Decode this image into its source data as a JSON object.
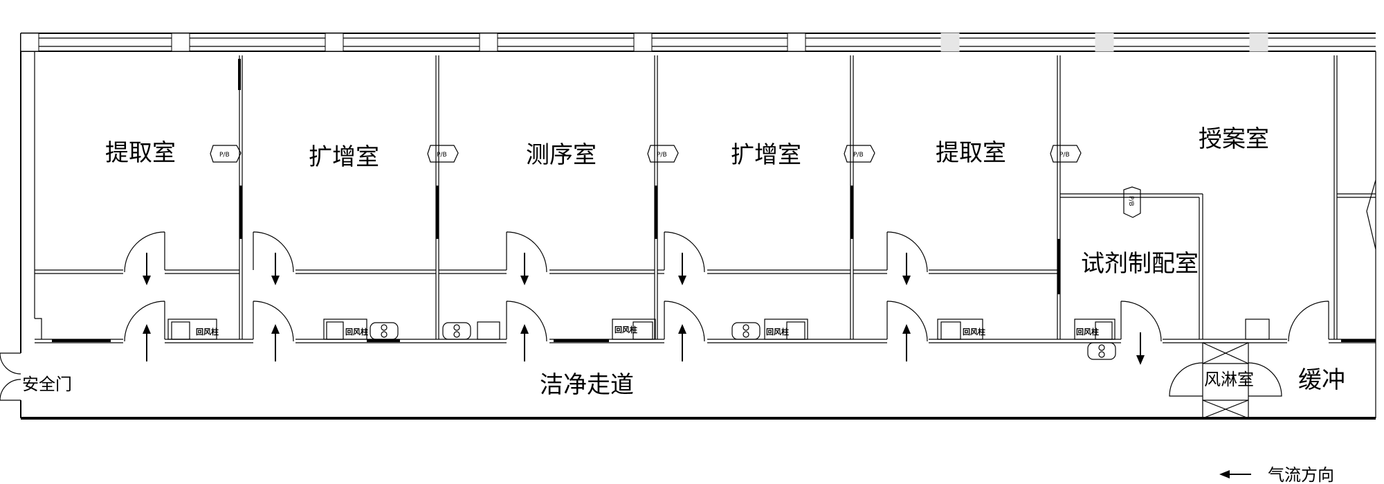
{
  "rooms": {
    "extraction_1": "提取室",
    "amplification_1": "扩增室",
    "sequencing": "测序室",
    "amplification_2": "扩增室",
    "extraction_2": "提取室",
    "sample_receiving": "授案室",
    "reagent_prep": "试剂制配室",
    "clean_corridor": "洁净走道",
    "safety_door": "安全门",
    "air_shower": "风淋室",
    "buffer": "缓冲"
  },
  "equipment": {
    "pass_box": "P/B",
    "fume_hood": "回风柱"
  },
  "legend": {
    "airflow_direction": "气流方向"
  },
  "colors": {
    "line": "#000000",
    "background": "#ffffff",
    "window_block": "#e6e6e6"
  },
  "airflow_arrows": [
    {
      "room": "extraction_1",
      "direction": "down"
    },
    {
      "room": "extraction_1",
      "direction": "up"
    },
    {
      "room": "amplification_1",
      "direction": "down"
    },
    {
      "room": "amplification_1",
      "direction": "up"
    },
    {
      "room": "sequencing",
      "direction": "down"
    },
    {
      "room": "sequencing",
      "direction": "up"
    },
    {
      "room": "amplification_2",
      "direction": "down"
    },
    {
      "room": "amplification_2",
      "direction": "up"
    },
    {
      "room": "extraction_2",
      "direction": "down"
    },
    {
      "room": "extraction_2",
      "direction": "up"
    },
    {
      "room": "reagent_prep",
      "direction": "down"
    }
  ]
}
